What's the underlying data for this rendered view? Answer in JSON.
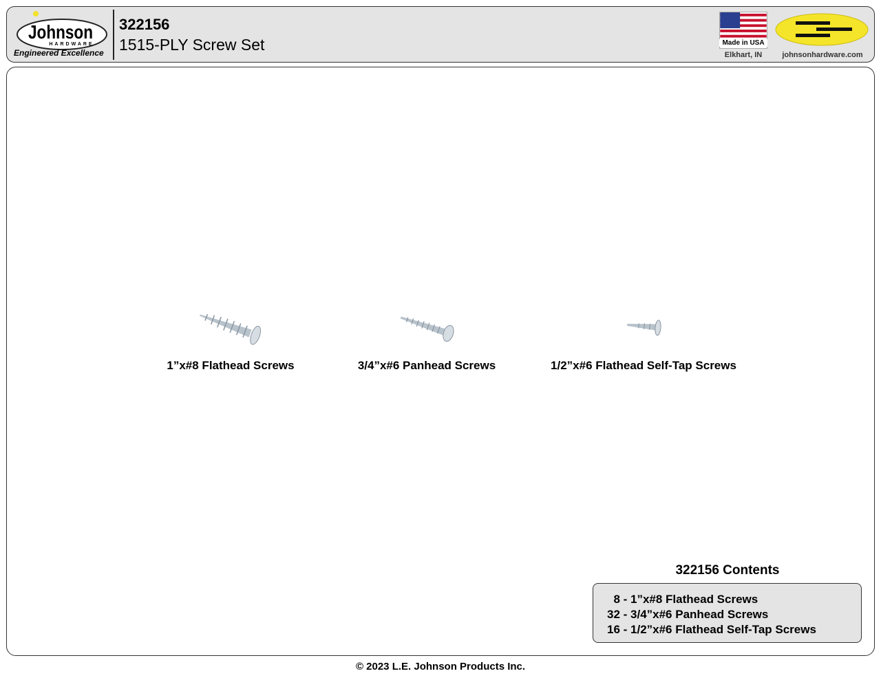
{
  "header": {
    "brand": "Johnson",
    "brand_sub": "HARDWARE",
    "tagline": "Engineered Excellence",
    "part_number": "322156",
    "product_title": "1515-PLY Screw Set",
    "made_in": "Made in USA",
    "location": "Elkhart, IN",
    "website": "johnsonhardware.com"
  },
  "products": [
    {
      "label": "1”x#8 Flathead Screws"
    },
    {
      "label": "3/4”x#6 Panhead Screws"
    },
    {
      "label": "1/2”x#6 Flathead Self-Tap Screws"
    }
  ],
  "contents": {
    "title": "322156 Contents",
    "items": [
      "  8 - 1”x#8 Flathead Screws",
      "32 - 3/4”x#6 Panhead Screws",
      "16 - 1/2”x#6 Flathead Self-Tap Screws"
    ]
  },
  "footer": {
    "copyright": "© 2023 L.E. Johnson Products Inc."
  }
}
